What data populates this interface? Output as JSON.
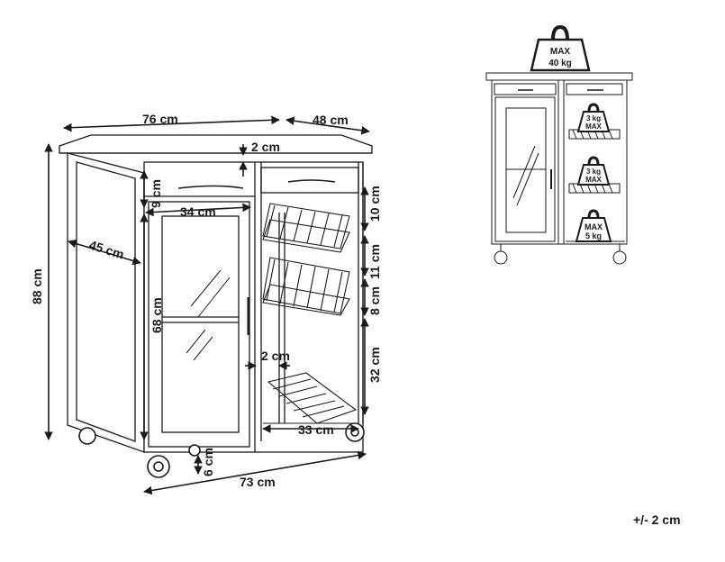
{
  "dimensions": {
    "width_top": "76 cm",
    "depth_top": "48 cm",
    "top_thickness": "2 cm",
    "height_total": "88 cm",
    "drawer_height": "9 cm",
    "door_width": "34 cm",
    "side_depth": "45 cm",
    "door_height": "68 cm",
    "basket_top": "10 cm",
    "basket_gap": "11 cm",
    "basket_height": "8 cm",
    "panel_gap": "2 cm",
    "lower_height": "32 cm",
    "rack_width": "33 cm",
    "leg_height": "6 cm",
    "width_bottom": "73 cm"
  },
  "capacity": {
    "max_label": "MAX",
    "total_load": "40 kg",
    "basket_load": "3 kg",
    "basket_max": "MAX",
    "shelf_max": "MAX",
    "shelf_load": "5 kg"
  },
  "tolerance": "+/- 2 cm"
}
